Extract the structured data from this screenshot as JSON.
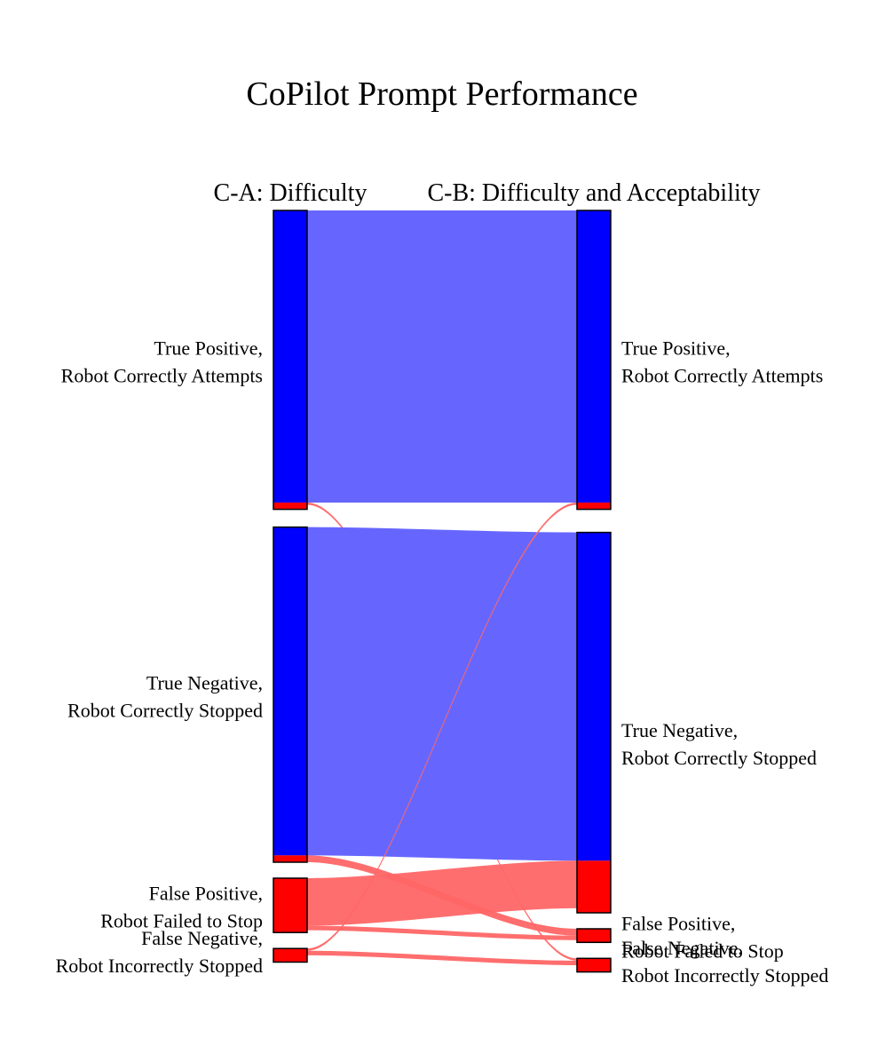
{
  "chart_data": {
    "type": "sankey",
    "title": "CoPilot Prompt Performance",
    "columns": [
      {
        "id": "A",
        "title": "C-A: Difficulty"
      },
      {
        "id": "B",
        "title": "C-B: Difficulty and Acceptability"
      }
    ],
    "nodes": {
      "A": [
        {
          "key": "TP",
          "label_line1": "True Positive,",
          "label_line2": "Robot Correctly Attempts",
          "value": 66
        },
        {
          "key": "TN",
          "label_line1": "True Negative,",
          "label_line2": "Robot Correctly Stopped",
          "value": 74
        },
        {
          "key": "FP",
          "label_line1": "False Positive,",
          "label_line2": "Robot Failed to Stop",
          "value": 12
        },
        {
          "key": "FN",
          "label_line1": "False Negative,",
          "label_line2": "Robot Incorrectly Stopped",
          "value": 3
        }
      ],
      "B": [
        {
          "key": "TP",
          "label_line1": "True Positive,",
          "label_line2": "Robot Correctly Attempts",
          "value": 66
        },
        {
          "key": "TN",
          "label_line1": "True Negative,",
          "label_line2": "Robot Correctly Stopped",
          "value": 84
        },
        {
          "key": "FP",
          "label_line1": "False Positive,",
          "label_line2": "Robot Failed to Stop",
          "value": 3
        },
        {
          "key": "FN",
          "label_line1": "False Negative,",
          "label_line2": "Robot Incorrectly Stopped",
          "value": 3
        }
      ]
    },
    "flows": [
      {
        "from": "TP",
        "to": "TP",
        "value": 64.5,
        "kind": "correct"
      },
      {
        "from": "TP",
        "to": "FN",
        "value": 0.5,
        "kind": "error"
      },
      {
        "from": "TN",
        "to": "TN",
        "value": 72.5,
        "kind": "correct"
      },
      {
        "from": "TN",
        "to": "FP",
        "value": 1.5,
        "kind": "error"
      },
      {
        "from": "FP",
        "to": "TN",
        "value": 10.5,
        "kind": "error"
      },
      {
        "from": "FP",
        "to": "FP",
        "value": 1,
        "kind": "error"
      },
      {
        "from": "FN",
        "to": "TP",
        "value": 0.5,
        "kind": "error"
      },
      {
        "from": "FN",
        "to": "FN",
        "value": 1,
        "kind": "error"
      }
    ],
    "colors": {
      "correct_node": "#0000ff",
      "error_node": "#ff0000",
      "correct_flow": "#6666ff",
      "error_flow": "#ff6666",
      "node_border": "#000000"
    }
  }
}
